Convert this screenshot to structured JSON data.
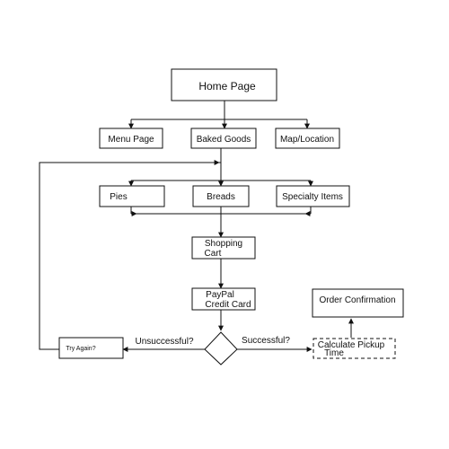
{
  "diagram": {
    "nodes": {
      "home": "Home Page",
      "menu": "Menu Page",
      "baked": "Baked Goods",
      "map": "Map/Location",
      "pies": "Pies",
      "breads": "Breads",
      "specialty": "Specialty Items",
      "cart_line1": "Shopping",
      "cart_line2": "Cart",
      "pay_line1": "PayPal",
      "pay_line2": "Credit Card",
      "order": "Order Confirmation",
      "calc_line1": "Calculate Pickup",
      "calc_line2": "Time",
      "retry": "Try Again?"
    },
    "edges": {
      "unsuccessful": "Unsuccessful?",
      "successful": "Successful?"
    }
  }
}
